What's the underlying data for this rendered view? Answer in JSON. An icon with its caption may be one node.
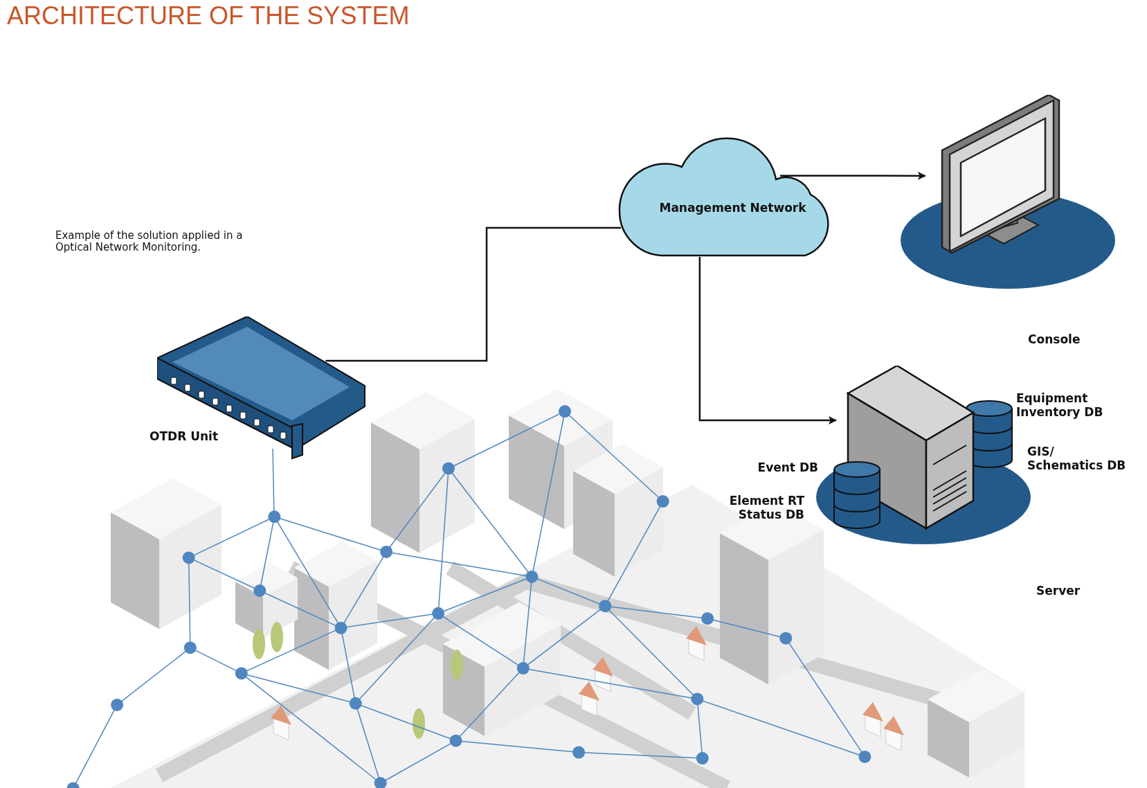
{
  "diagram": {
    "title": "ARCHITECTURE OF THE SYSTEM",
    "nodes": [
      {
        "text": [
          "Management Network"
        ]
      },
      {
        "text": [],
        "shape": "picture",
        "beside": [
          "Console"
        ]
      },
      {
        "text": [],
        "shape": "picture",
        "beside": [
          "Server"
        ]
      },
      {
        "text": [],
        "shape": "picture",
        "beside": [
          "OTDR Unit"
        ]
      }
    ],
    "edges": [
      {
        "from": 0,
        "to": 1,
        "arrow": "to"
      },
      {
        "from": 0,
        "to": 2,
        "arrow": "to"
      },
      {
        "from": 3,
        "to": 0,
        "arrow": "none"
      }
    ],
    "labels": [
      "Example of the solution applied in a Optical Network Monitoring.",
      "Equipment Inventory DB",
      "GIS/ Schematics DB",
      "Event DB",
      "Element RT Status DB"
    ]
  }
}
